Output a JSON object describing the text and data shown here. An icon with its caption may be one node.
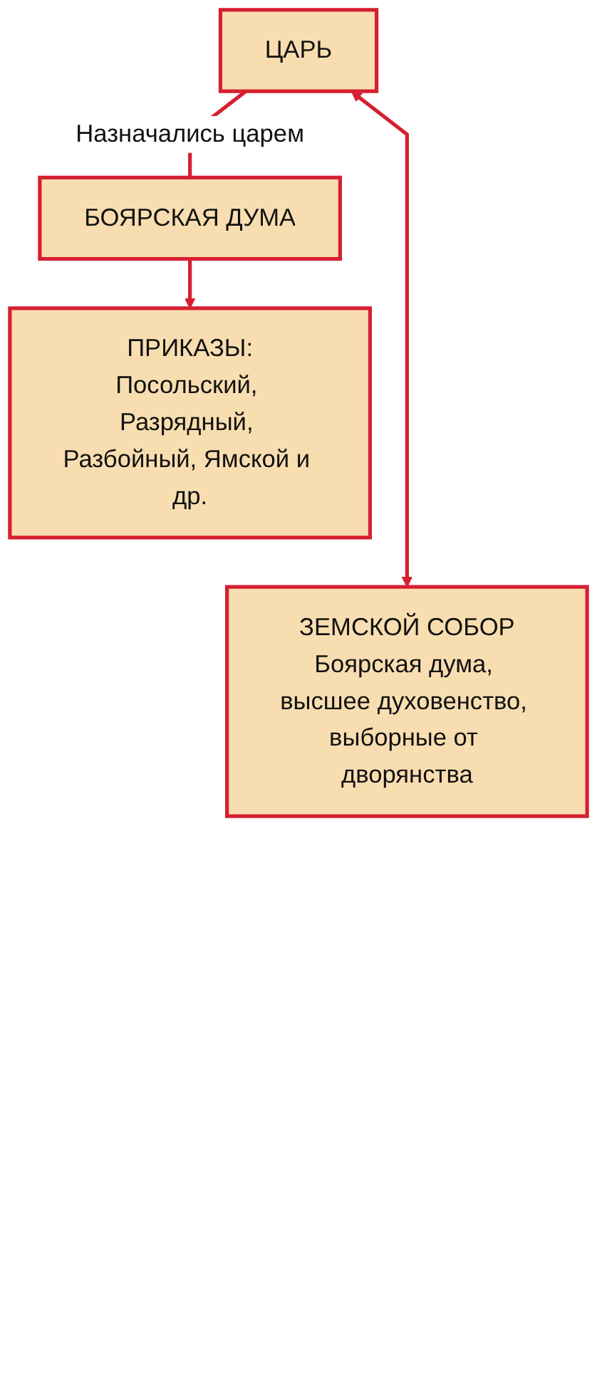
{
  "diagram": {
    "nodes": [
      {
        "text": [
          "ЦАРЬ"
        ]
      },
      {
        "text": [
          "БОЯРСКАЯ ДУМА"
        ]
      },
      {
        "text": [
          "ПРИКАЗЫ:",
          "Посольский, Разрядный, Разбойный, Ямской и др."
        ]
      },
      {
        "text": [
          "ЗЕМСКОЙ СОБОР",
          "Боярская дума, высшее духовенство, выборные от дворянства"
        ]
      }
    ],
    "edges": [
      {
        "from": 0,
        "to": 1,
        "arrow": "none",
        "label": "Назначались царем"
      },
      {
        "from": 1,
        "to": 2,
        "arrow": "to"
      },
      {
        "from": 0,
        "to": 3,
        "arrow": "both"
      }
    ]
  }
}
